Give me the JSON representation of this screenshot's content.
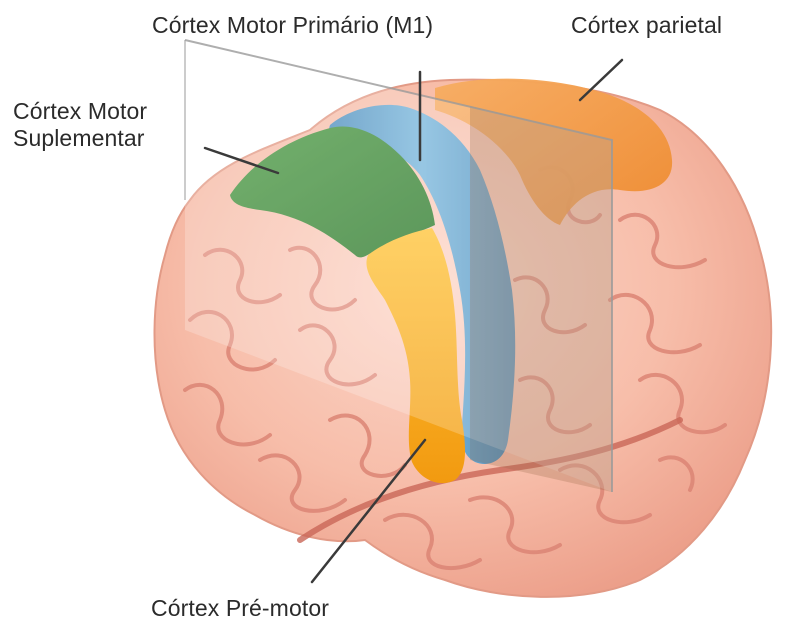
{
  "labels": {
    "primary_motor": "Córtex Motor Primário (M1)",
    "parietal": "Córtex parietal",
    "supplementary_line1": "Córtex Motor",
    "supplementary_line2": "Suplementar",
    "premotor": "Córtex Pré-motor"
  },
  "colors": {
    "background": "#ffffff",
    "brain_base": "#f6b9a7",
    "brain_highlight": "#fbd3c5",
    "sulcus": "#d8786a",
    "primary_motor": "#6aa6cc",
    "supplementary_motor": "#3f8a3b",
    "premotor": "#f8b21b",
    "parietal": "#f5a04a",
    "leader_line": "#3a3a3a",
    "text": "#2b2b2b"
  }
}
